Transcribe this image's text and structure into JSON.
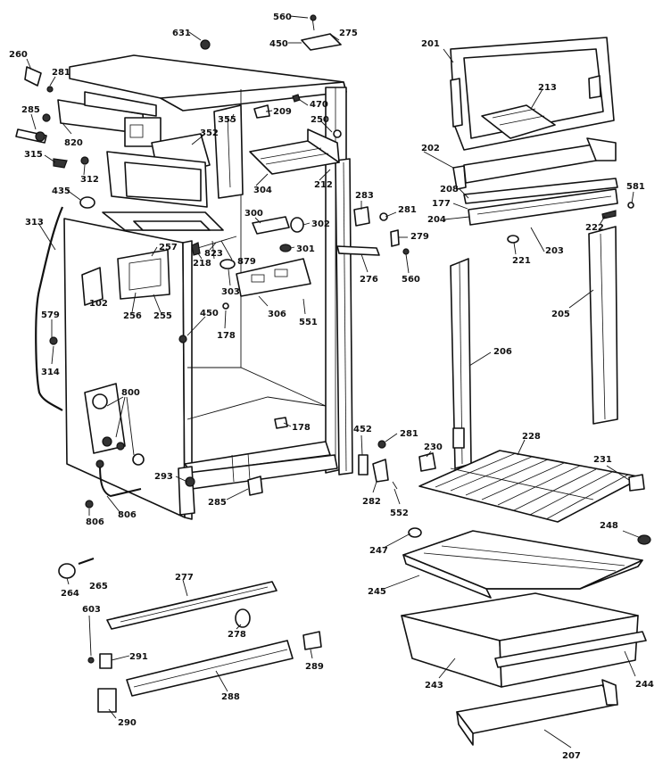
{
  "callouts": {
    "c560a": "560",
    "c631": "631",
    "c450a": "450",
    "c275": "275",
    "c260": "260",
    "c281a": "281",
    "c285a": "285",
    "c820": "820",
    "c355": "355",
    "c352": "352",
    "c209": "209",
    "c470": "470",
    "c250": "250",
    "c315": "315",
    "c312": "312",
    "c435": "435",
    "c304": "304",
    "c212": "212",
    "c300": "300",
    "c302": "302",
    "c301": "301",
    "c313": "313",
    "c257": "257",
    "c823": "823",
    "c218": "218",
    "c879": "879",
    "c303": "303",
    "c306": "306",
    "c551": "551",
    "c256": "256",
    "c255": "255",
    "c102": "102",
    "c579": "579",
    "c450b": "450",
    "c178a": "178",
    "c314": "314",
    "c800": "800",
    "c178b": "178",
    "c293": "293",
    "c285b": "285",
    "c806a": "806",
    "c806b": "806",
    "c264": "264",
    "c265": "265",
    "c277": "277",
    "c603": "603",
    "c278": "278",
    "c291": "291",
    "c289": "289",
    "c288": "288",
    "c290": "290",
    "c201": "201",
    "c213": "213",
    "c202": "202",
    "c208": "208",
    "c177": "177",
    "c204": "204",
    "c203": "203",
    "c581": "581",
    "c222": "222",
    "c221": "221",
    "c205": "205",
    "c206": "206",
    "c283": "283",
    "c281b": "281",
    "c279": "279",
    "c276": "276",
    "c560b": "560",
    "c452": "452",
    "c281c": "281",
    "c230": "230",
    "c228": "228",
    "c231": "231",
    "c282": "282",
    "c552": "552",
    "c248": "248",
    "c247": "247",
    "c245": "245",
    "c243": "243",
    "c244": "244",
    "c207": "207"
  }
}
